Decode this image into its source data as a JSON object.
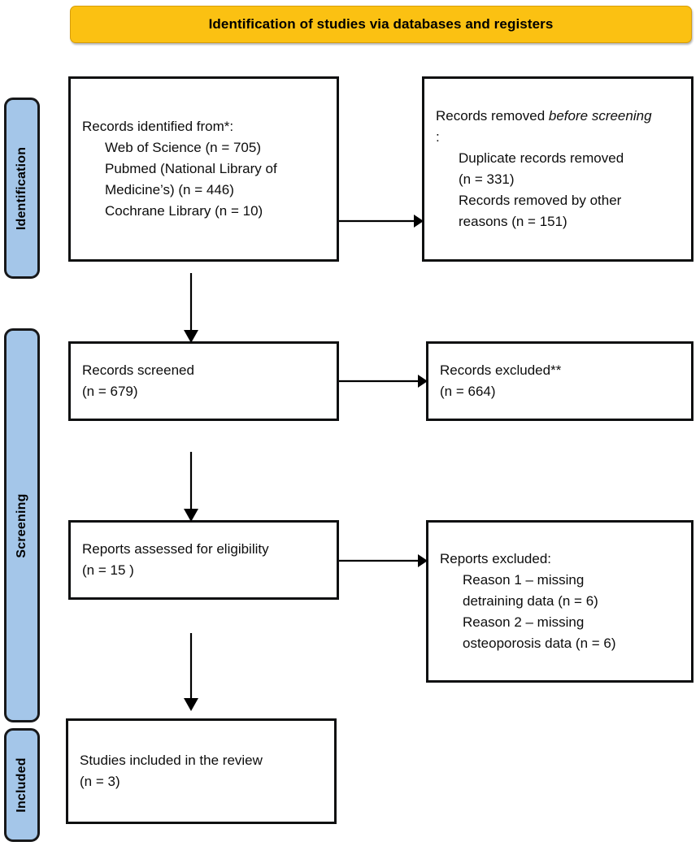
{
  "header": {
    "title": "Identification of studies via databases and registers",
    "background_color": "#FBC112",
    "text_color": "#000000"
  },
  "phases": [
    {
      "name": "identification",
      "label": "Identification",
      "color": "#A4C6E9"
    },
    {
      "name": "screening",
      "label": "Screening",
      "color": "#A4C6E9"
    },
    {
      "name": "included",
      "label": "Included",
      "color": "#A4C6E9"
    }
  ],
  "boxes": {
    "identified": {
      "lines": [
        "Records identified from*:",
        "Web of Science (n = 705)",
        "Pubmed (National Library of",
        "Medicine’s) (n = 446)",
        "Cochrane Library (n = 10)"
      ]
    },
    "removed": {
      "lines": [
        "Records removed ",
        "before screening",
        ":",
        "Duplicate records removed",
        "(n = 331)",
        "Records removed by other",
        "reasons (n = 151)"
      ]
    },
    "screened": {
      "lines": [
        "Records screened",
        "(n = 679)"
      ]
    },
    "records_excluded": {
      "lines": [
        "Records excluded**",
        "(n = 664)"
      ]
    },
    "eligibility": {
      "lines": [
        "Reports assessed for eligibility",
        "(n = 15 )"
      ]
    },
    "reports_excluded": {
      "lines": [
        "Reports excluded:",
        "Reason 1 – missing",
        "detraining data (n = 6)",
        "Reason 2 – missing",
        "osteoporosis data (n = 6)"
      ]
    },
    "included": {
      "lines": [
        "Studies included in the review",
        "(n = 3)"
      ]
    }
  },
  "counts": {
    "web_of_science": 705,
    "pubmed": 446,
    "cochrane": 10,
    "duplicates_removed": 331,
    "removed_other_reasons": 151,
    "records_screened": 679,
    "records_excluded": 664,
    "reports_assessed": 15,
    "reason_1_missing_detraining": 6,
    "reason_2_missing_osteoporosis": 6,
    "studies_included": 3
  }
}
